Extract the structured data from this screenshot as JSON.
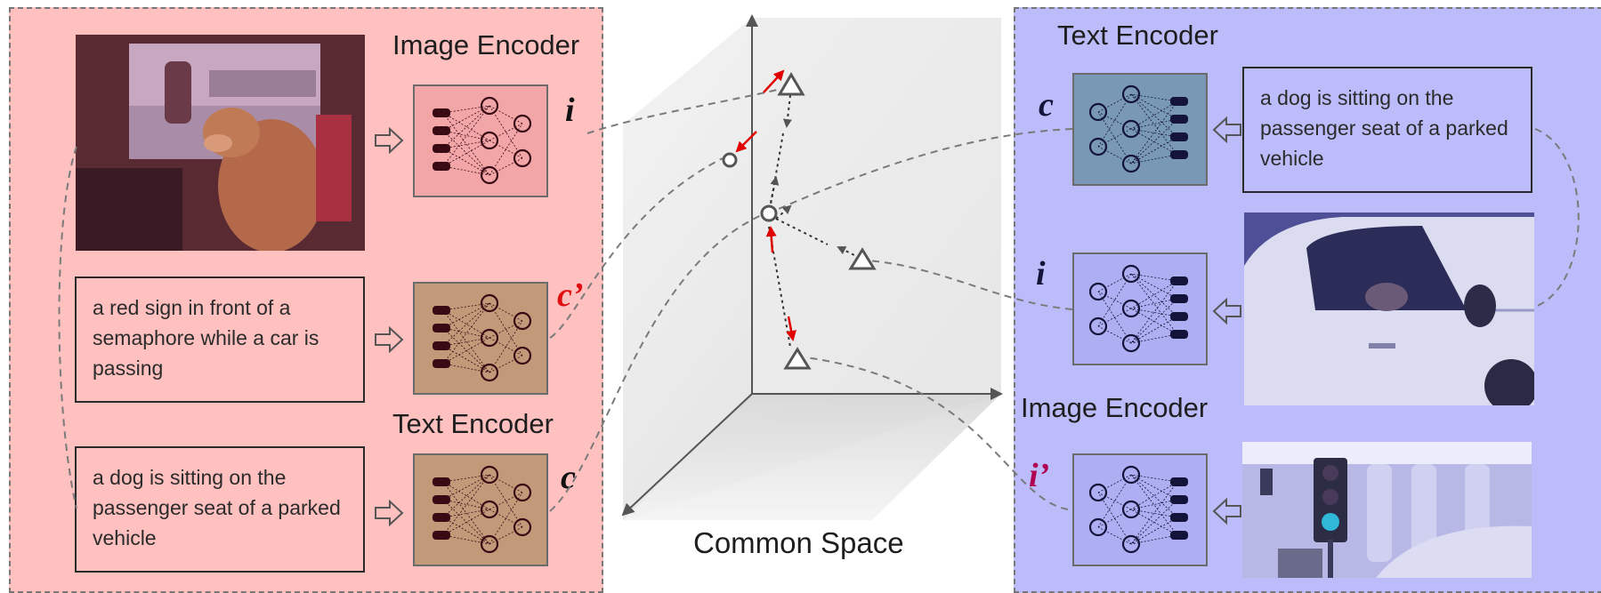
{
  "left": {
    "image_encoder_title": "Image Encoder",
    "text_encoder_title": "Text Encoder",
    "caption_negative": "a red sign in front of a semaphore while a car is passing",
    "caption_positive": "a dog is sitting on the passenger seat of a parked vehicle",
    "var_i": "i",
    "var_c_prime": "c’",
    "var_c": "c"
  },
  "center": {
    "label": "Common Space"
  },
  "right": {
    "text_encoder_title": "Text Encoder",
    "image_encoder_title": "Image Encoder",
    "caption": "a dog is sitting on the passenger seat of a parked vehicle",
    "var_c": "c",
    "var_i": "i",
    "var_i_prime": "i’"
  },
  "colors": {
    "left_bg": "#ffc0c0",
    "right_bg": "#bcbcfb",
    "left_image_encoder": "#f2a6a8",
    "left_text_encoder": "#c29a79",
    "right_text_encoder": "#7898b6",
    "right_image_encoder": "#aeaef2",
    "negative_mark": "#e01010",
    "right_negative_mark": "#b00050",
    "alignment_arrow": "#e00000"
  },
  "icons": [
    "neural-network-icon",
    "hollow-arrow-icon",
    "triangle-marker",
    "circle-marker"
  ]
}
